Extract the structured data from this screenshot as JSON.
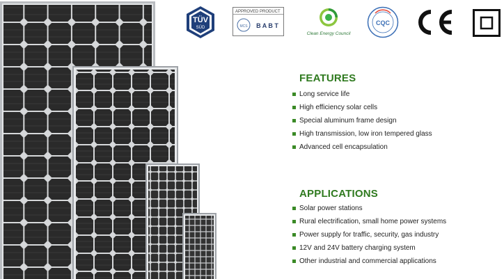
{
  "colors": {
    "accent_green": "#2f7a1f",
    "bullet_green": "#3a8a26",
    "panel_cell": "#2a2a2a",
    "panel_frame": "#b9bcc0"
  },
  "certifications": {
    "tuv": {
      "icon": "tuv-sud-mark-icon",
      "line1": "TÜV",
      "line2": "SÜD"
    },
    "babt": {
      "icon": "approved-product-babt-icon",
      "heading": "APPROVED PRODUCT",
      "mcs": "MCS",
      "brand": "B A B T"
    },
    "cec": {
      "icon": "clean-energy-council-icon",
      "text": "Clean Energy Council"
    },
    "cqc": {
      "icon": "cqc-mark-icon",
      "text": "CQC"
    },
    "ce": {
      "icon": "ce-mark-icon",
      "text": "CE"
    },
    "class2": {
      "icon": "class-ii-double-square-icon"
    }
  },
  "features": {
    "title": "FEATURES",
    "items": [
      "Long service life",
      "High efficiency solar cells",
      "Special aluminum frame design",
      "High transmission, low iron tempered glass",
      "Advanced cell encapsulation"
    ]
  },
  "applications": {
    "title": "APPLICATIONS",
    "items": [
      "Solar power stations",
      "Rural electrification, small home power systems",
      "Power supply for traffic, security, gas industry",
      "12V and 24V battery charging system",
      "Other industrial and commercial applications"
    ]
  }
}
